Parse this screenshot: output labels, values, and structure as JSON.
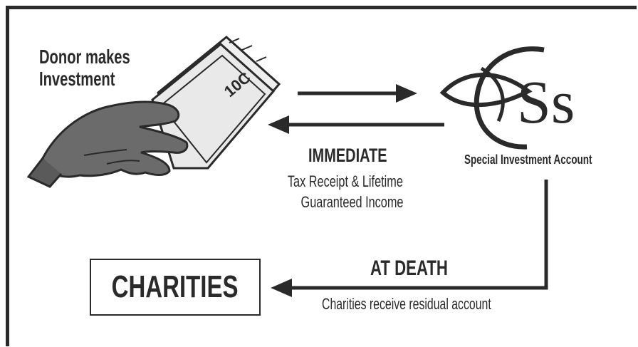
{
  "donor_label_line1": "Donor makes",
  "donor_label_line2": "Investment",
  "currency_note_text": "10C",
  "logo_text": "Ss",
  "account_label": "Special Investment Account",
  "immediate_label": "IMMEDIATE",
  "benefit_line1": "Tax Receipt & Lifetime",
  "benefit_line2": "Guaranteed Income",
  "charities_label": "CHARITIES",
  "at_death_label": "AT DEATH",
  "residual_label": "Charities receive residual account",
  "colors": {
    "ink": "#2a2a2a",
    "hand_fill": "#6b6b6b",
    "note_fill": "#e9e9e9"
  }
}
